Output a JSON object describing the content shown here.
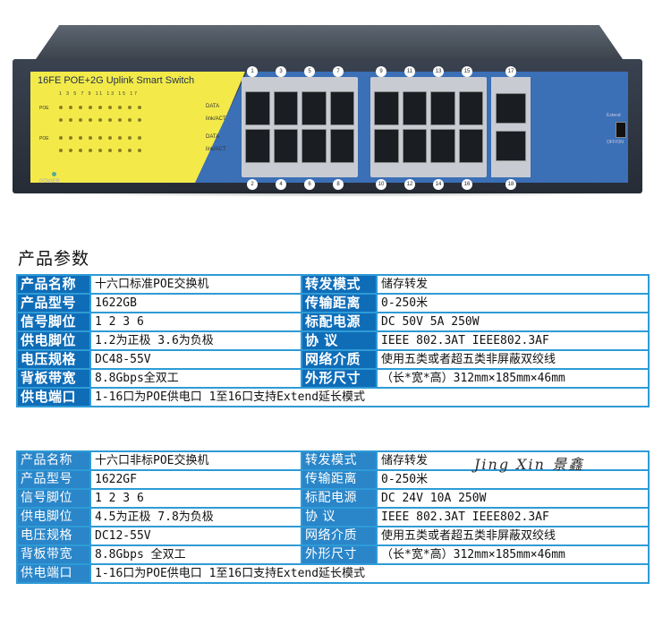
{
  "device": {
    "model_title": "16FE POE+2G Uplink Smart Switch",
    "port_numbers_label": "1 3 5 7 9 11 13 15 17",
    "poe_label": "POE",
    "led_labels": [
      "DATA",
      "link/ACT",
      "DATA",
      "link/ACT"
    ],
    "power_label": "POWER",
    "top_ports": [
      "1",
      "3",
      "5",
      "7",
      "9",
      "11",
      "13",
      "15",
      "17"
    ],
    "bottom_ports": [
      "2",
      "4",
      "6",
      "8",
      "10",
      "12",
      "14",
      "16",
      "18"
    ],
    "toggle_labels": [
      "Extend",
      "OFF/ON"
    ]
  },
  "section_title": "产品参数",
  "table1": {
    "rows": [
      {
        "l1": "产品名称",
        "v1": "十六口标准POE交换机",
        "l2": "转发模式",
        "v2": "储存转发"
      },
      {
        "l1": "产品型号",
        "v1": "1622GB",
        "l2": "传输距离",
        "v2": "0-250米"
      },
      {
        "l1": "信号脚位",
        "v1": "1 2 3 6",
        "l2": "标配电源",
        "v2": "DC 50V 5A 250W"
      },
      {
        "l1": "供电脚位",
        "v1": "1.2为正极 3.6为负极",
        "l2": "协    议",
        "v2": "IEEE 802.3AT IEEE802.3AF"
      },
      {
        "l1": "电压规格",
        "v1": "DC48-55V",
        "l2": "网络介质",
        "v2": "使用五类或者超五类非屏蔽双绞线"
      },
      {
        "l1": "背板带宽",
        "v1": "8.8Gbps全双工",
        "l2": "外形尺寸",
        "v2": "（长*宽*高）312mm×185mm×46mm"
      }
    ],
    "footer": {
      "label": "供电端口",
      "value": "1-16口为POE供电口  1至16口支持Extend延长模式"
    }
  },
  "table2": {
    "rows": [
      {
        "l1": "产品名称",
        "v1": "十六口非标POE交换机",
        "l2": "转发模式",
        "v2": "储存转发"
      },
      {
        "l1": "产品型号",
        "v1": "1622GF",
        "l2": "传输距离",
        "v2": "0-250米"
      },
      {
        "l1": "信号脚位",
        "v1": "1 2 3 6",
        "l2": "标配电源",
        "v2": "DC 24V 10A 250W"
      },
      {
        "l1": "供电脚位",
        "v1": "4.5为正极 7.8为负极",
        "l2": "协    议",
        "v2": "IEEE 802.3AT IEEE802.3AF"
      },
      {
        "l1": "电压规格",
        "v1": "DC12-55V",
        "l2": "网络介质",
        "v2": "使用五类或者超五类非屏蔽双绞线"
      },
      {
        "l1": "背板带宽",
        "v1": "8.8Gbps 全双工",
        "l2": "外形尺寸",
        "v2": "（长*宽*高）312mm×185mm×46mm"
      }
    ],
    "footer": {
      "label": "供电端口",
      "value": "1-16口为POE供电口  1至16口支持Extend延长模式"
    }
  },
  "watermark": "Jing Xin 景鑫"
}
